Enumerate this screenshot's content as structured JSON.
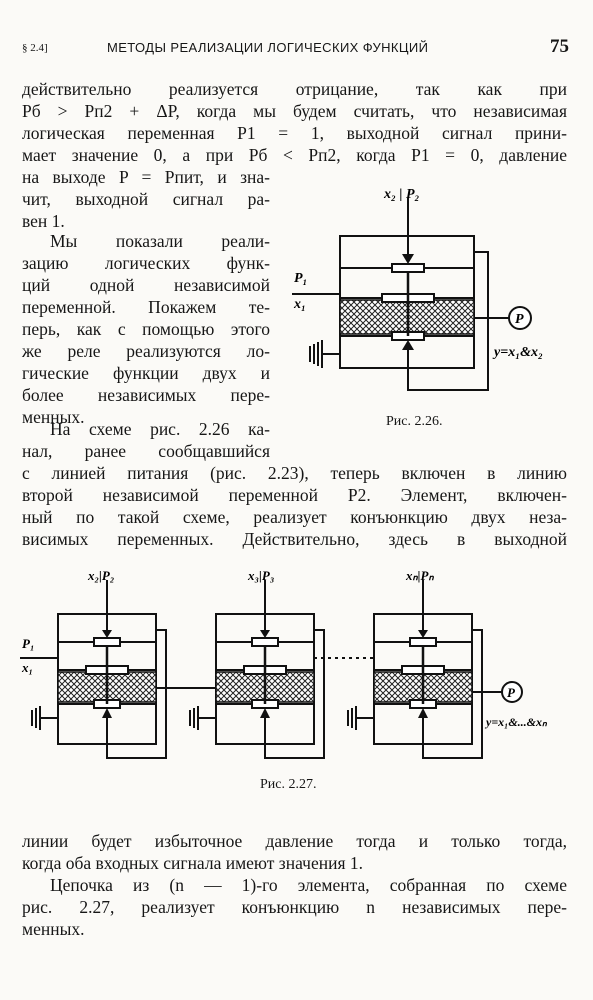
{
  "header": {
    "section": "§ 2.4]",
    "title": "МЕТОДЫ РЕАЛИЗАЦИИ ЛОГИЧЕСКИХ ФУНКЦИЙ",
    "page": "75"
  },
  "para1": [
    "действительно реализуется отрицание, так как при",
    "Pб > Pп2 + ΔP, когда мы будем считать, что независимая",
    "логическая переменная P1 = 1, выходной сигнал прини-",
    "мает значение 0, а при Pб < Pп2, когда P1 = 0, давление"
  ],
  "para1_narrow": [
    "на выходе P = Pпит, и зна-",
    "чит, выходной сигнал ра-",
    "вен 1."
  ],
  "para2": [
    "Мы показали реали-",
    "зацию логических функ-",
    "ций одной независимой",
    "переменной. Покажем те-",
    "перь, как с помощью этого",
    "же реле реализуются ло-",
    "гические функции двух и",
    "более независимых пере-",
    "менных."
  ],
  "para3_narrow": [
    "На схеме рис. 2.26 ка-",
    "нал, ранее сообщавшийся"
  ],
  "para3": [
    "с линией питания (рис. 2.23), теперь включен в линию",
    "второй независимой переменной P2. Элемент, включен-",
    "ный по такой схеме, реализует конъюнкцию двух неза-",
    "висимых переменных. Действительно, здесь в выходной"
  ],
  "para4": [
    "линии будет избыточное давление тогда и только тогда,",
    "когда оба входных сигнала имеют значения 1."
  ],
  "para5": [
    "Цепочка из (n — 1)-го элемента, собранная по схеме",
    "рис. 2.27, реализует конъюнкцию n независимых пере-",
    "менных."
  ],
  "fig1": {
    "caption": "Рис. 2.26.",
    "top_label": "x₂ | P₂",
    "in_p": "P₁",
    "in_x": "x₁",
    "out_p": "P",
    "out_y": "y=x₁&x₂"
  },
  "fig2": {
    "caption": "Рис. 2.27.",
    "label1": "x₂|P₂",
    "label2": "x₃|P₃",
    "label3": "xₙ|Pₙ",
    "in_p": "P₁",
    "in_x": "x₁",
    "out_p": "P",
    "out_y": "y=x₁&...&xₙ"
  }
}
